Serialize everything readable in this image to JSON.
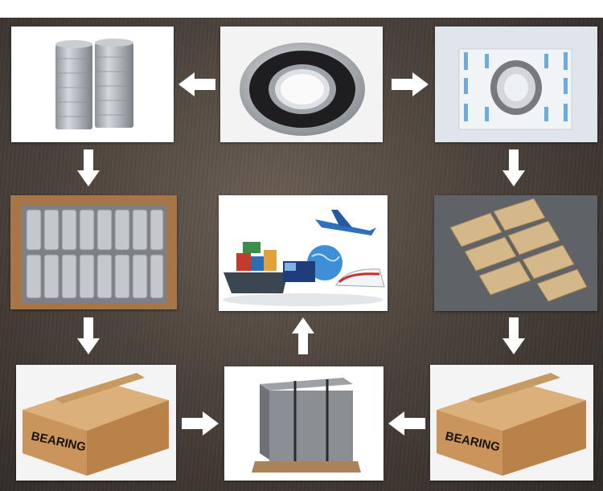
{
  "steps": [
    {
      "id": "bearing",
      "icon": "ball-bearing-icon"
    },
    {
      "id": "bearing-stacks",
      "icon": "bearing-stack-icon"
    },
    {
      "id": "individual-packaging",
      "icon": "plastic-wrapped-bearing-icon"
    },
    {
      "id": "bulk-box",
      "icon": "open-carton-icon"
    },
    {
      "id": "small-boxes",
      "icon": "small-boxes-icon"
    },
    {
      "id": "shipping",
      "icon": "shipping-modes-icon"
    },
    {
      "id": "carton-left",
      "icon": "carton-icon"
    },
    {
      "id": "pallet",
      "icon": "pallet-icon"
    },
    {
      "id": "carton-right",
      "icon": "carton-icon"
    }
  ],
  "carton_labels": {
    "left": "BEARING",
    "right": "BEARING"
  },
  "colors": {
    "background": "#4c433c",
    "arrow": "#ffffff",
    "carton": "#c9955c",
    "bearing_steel": "#b8bcc2"
  }
}
